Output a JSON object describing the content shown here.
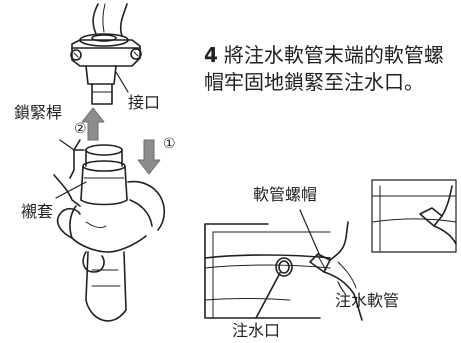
{
  "step": {
    "number": "4",
    "text": "將注水軟管末端的軟管螺帽牢固地鎖緊至注水口。"
  },
  "left_illustration": {
    "connector_label": "接口",
    "lock_lever_label": "鎖緊桿",
    "sleeve_label": "襯套",
    "step_markers": [
      "②",
      "①"
    ]
  },
  "right_illustration": {
    "hose_nut_label": "軟管螺帽",
    "inlet_hose_label": "注水軟管",
    "water_inlet_label": "注水口"
  },
  "colors": {
    "ink": "#231f20",
    "arrow_gray": "#8c8c8c"
  }
}
